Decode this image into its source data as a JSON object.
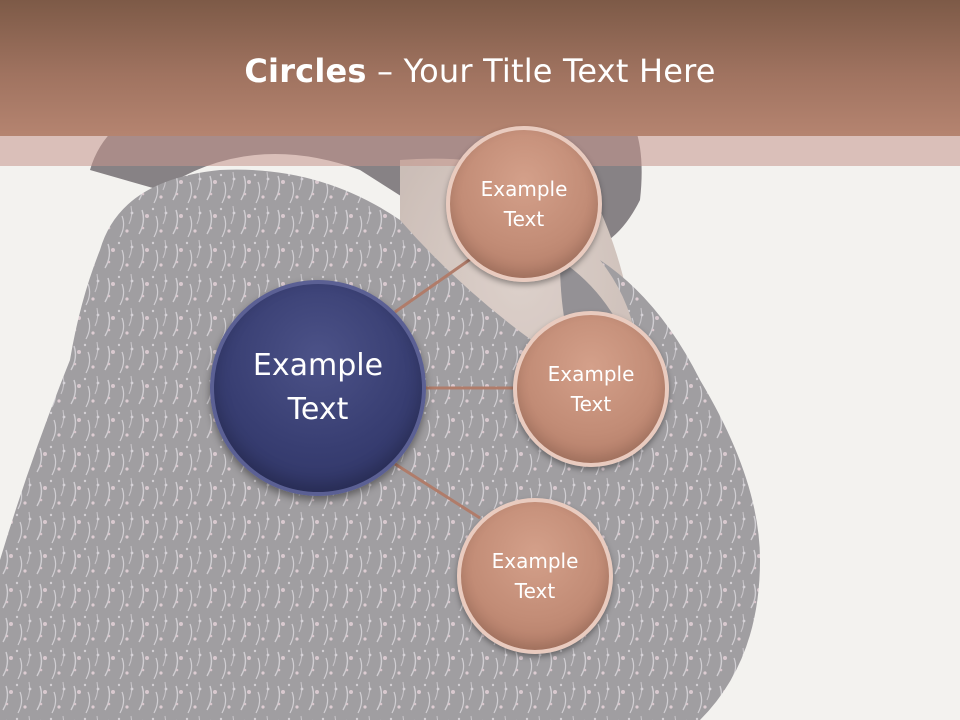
{
  "slide": {
    "title_bold": "Circles",
    "title_rest": " – Your Title Text Here"
  },
  "diagram": {
    "hub": {
      "label": "Example\nText"
    },
    "satellites": [
      {
        "label": "Example\nText"
      },
      {
        "label": "Example\nText"
      },
      {
        "label": "Example\nText"
      }
    ]
  },
  "colors": {
    "header": "#a07360",
    "hub": "#383e72",
    "satellite": "#c28c76",
    "connector": "#b07c6a"
  }
}
